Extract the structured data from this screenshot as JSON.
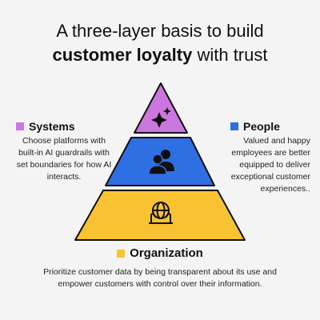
{
  "title": {
    "line1": "A three-layer basis to build",
    "emphasis": "customer loyalty",
    "line2_rest": " with trust"
  },
  "layers": {
    "systems": {
      "label": "Systems",
      "color": "#cc77e0",
      "icon": "sparkles-icon",
      "description": "Choose platforms with built-in AI guardrails with set boundaries for how AI interacts."
    },
    "people": {
      "label": "People",
      "color": "#2f6fe4",
      "icon": "people-icon",
      "description": "Valued and happy employees are better equipped to deliver exceptional customer experiences.."
    },
    "organization": {
      "label": "Organization",
      "color": "#f8c332",
      "icon": "globe-hands-icon",
      "description": "Prioritize customer data by being transparent about its use and empower customers with control over their information."
    }
  }
}
